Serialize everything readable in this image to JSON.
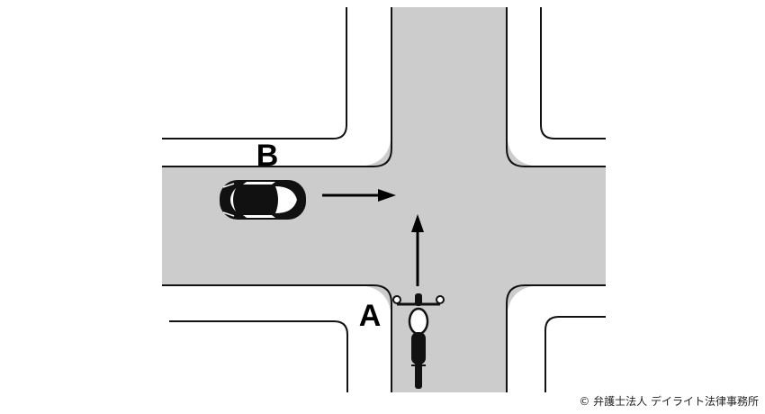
{
  "colors": {
    "road": "#cccccc",
    "curb": "#111111",
    "background": "#ffffff",
    "vehicle_body": "#111111",
    "vehicle_glass": "#ffffff",
    "arrow": "#000000"
  },
  "vehicles": [
    {
      "id": "B",
      "label": "B",
      "kind": "car",
      "direction": "east"
    },
    {
      "id": "A",
      "label": "A",
      "kind": "motorcycle",
      "direction": "north"
    }
  ],
  "arrows": [
    {
      "for": "B",
      "direction": "east"
    },
    {
      "for": "A",
      "direction": "north"
    }
  ],
  "copyright": "© 弁護士法人 デイライト法律事務所"
}
